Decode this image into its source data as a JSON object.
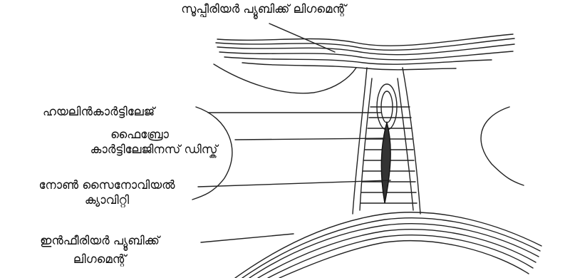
{
  "labels": {
    "superior_pubic_ligament": "സൂപ്പീരിയർ പ്യൂബിക്ക്  ലിഗമെന്റ്",
    "hyaline_cartilage": "ഹയലിൻകാർട്ടിലേജ്",
    "fibrocartilaginous_disc_line1": "ഫൈബ്രോ",
    "fibrocartilaginous_disc_line2": "കാർട്ടിലേജിനസ് ഡിസ്ക്",
    "non_synovial_cavity_line1": "നോൺ സൈനോവിയൽ",
    "non_synovial_cavity_line2": "ക്യാവിറ്റി",
    "inferior_pubic_ligament_line1": "ഇൻഫീരിയർ പ്യൂബിക്ക്",
    "inferior_pubic_ligament_line2": "ലിഗമെന്റ്"
  }
}
